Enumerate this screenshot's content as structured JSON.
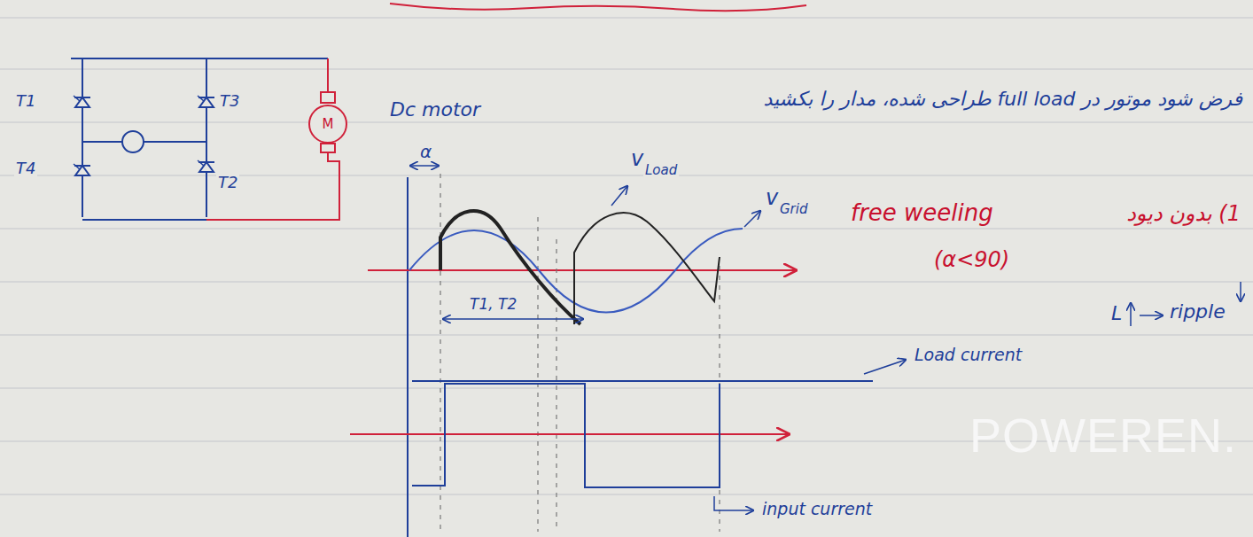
{
  "diagram": {
    "nodes": [
      {
        "text": [
          "M"
        ]
      }
    ],
    "labels": [
      "T1",
      "T3",
      "T4",
      "T2",
      "Dc motor",
      "فرض شود موتور در full load طراحی شده، مدار را بکشید",
      "α",
      "v",
      "Load",
      "v",
      "Grid",
      "free weeling",
      "1) بدون دیود",
      "(α<90)",
      "T1, T2",
      "L",
      "ripple",
      "Load current",
      "input current",
      "POWEREN."
    ]
  }
}
